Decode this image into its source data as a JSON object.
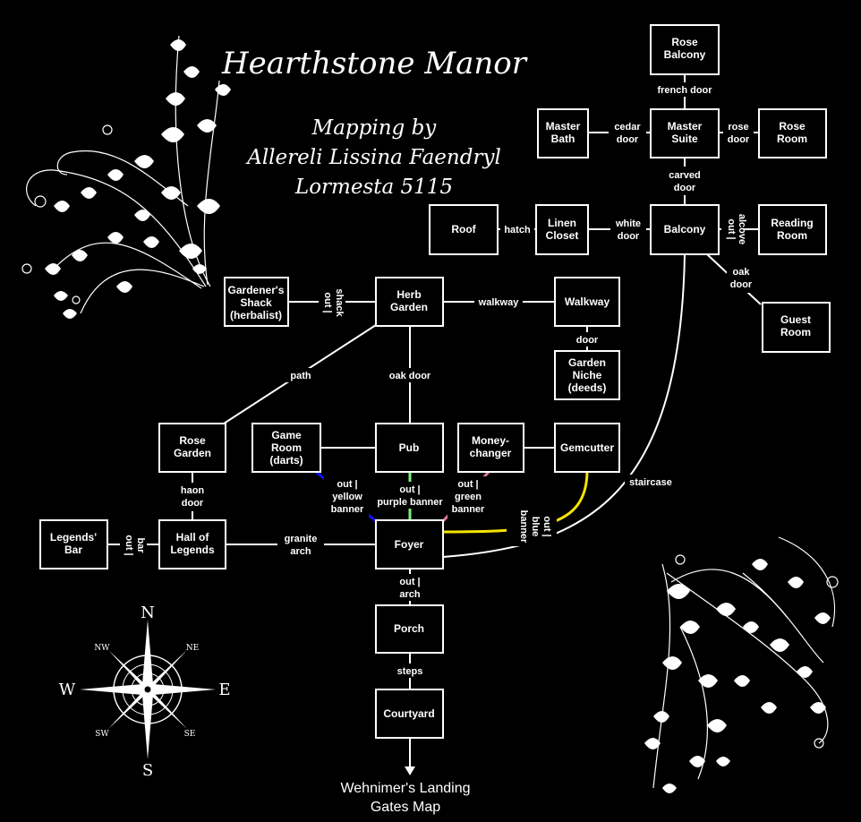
{
  "title": "Hearthstone Manor",
  "credit_lines": [
    "Mapping by",
    "Allereli Lissina  Faendryl",
    "Lormesta 5115"
  ],
  "exit_lines": [
    "Wehnimer's Landing",
    "Gates Map"
  ],
  "compass": {
    "n": "N",
    "s": "S",
    "e": "E",
    "w": "W",
    "ne": "NE",
    "nw": "NW",
    "se": "SE",
    "sw": "SW"
  },
  "colors": {
    "background": "#000000",
    "foreground": "#ffffff",
    "yellow_banner": "#1010ff",
    "purple_banner": "#7ef07e",
    "green_banner": "#e07aa8",
    "blue_banner": "#f5e400"
  },
  "rooms": {
    "rose_balcony": [
      "Rose",
      "Balcony"
    ],
    "master_bath": [
      "Master",
      "Bath"
    ],
    "master_suite": [
      "Master",
      "Suite"
    ],
    "rose_room": [
      "Rose",
      "Room"
    ],
    "roof": [
      "Roof"
    ],
    "linen_closet": [
      "Linen",
      "Closet"
    ],
    "balcony": [
      "Balcony"
    ],
    "reading_room": [
      "Reading",
      "Room"
    ],
    "guest_room": [
      "Guest",
      "Room"
    ],
    "gardeners_shack": [
      "Gardener's",
      "Shack",
      "(herbalist)"
    ],
    "herb_garden": [
      "Herb",
      "Garden"
    ],
    "walkway": [
      "Walkway"
    ],
    "garden_niche": [
      "Garden",
      "Niche",
      "(deeds)"
    ],
    "rose_garden": [
      "Rose",
      "Garden"
    ],
    "game_room": [
      "Game",
      "Room",
      "(darts)"
    ],
    "pub": [
      "Pub"
    ],
    "moneychanger": [
      "Money-",
      "changer"
    ],
    "gemcutter": [
      "Gemcutter"
    ],
    "legends_bar": [
      "Legends'",
      "Bar"
    ],
    "hall_of_legends": [
      "Hall of",
      "Legends"
    ],
    "foyer": [
      "Foyer"
    ],
    "porch": [
      "Porch"
    ],
    "courtyard": [
      "Courtyard"
    ]
  },
  "connections": {
    "french_door": [
      "french door"
    ],
    "cedar_door": [
      "cedar",
      "door"
    ],
    "rose_door": [
      "rose",
      "door"
    ],
    "carved_door": [
      "carved",
      "door"
    ],
    "hatch": [
      "hatch"
    ],
    "white_door": [
      "white",
      "door"
    ],
    "out_alcove": [
      "out |",
      "alcove"
    ],
    "oak_door_guest": [
      "oak",
      "door"
    ],
    "out_shack": [
      "out |",
      "shack"
    ],
    "walkway": [
      "walkway"
    ],
    "door_niche": [
      "door"
    ],
    "path": [
      "path"
    ],
    "oak_door_pub": [
      "oak door"
    ],
    "haon_door": [
      "haon",
      "door"
    ],
    "out_bar": [
      "out |",
      "bar"
    ],
    "granite_arch": [
      "granite",
      "arch"
    ],
    "out_yellow": [
      "out |",
      "yellow",
      "banner"
    ],
    "out_purple": [
      "out |",
      "purple banner"
    ],
    "out_green": [
      "out |",
      "green",
      "banner"
    ],
    "out_blue": [
      "out |",
      "blue",
      "banner"
    ],
    "staircase": [
      "staircase"
    ],
    "out_arch": [
      "out |",
      "arch"
    ],
    "steps": [
      "steps"
    ]
  }
}
